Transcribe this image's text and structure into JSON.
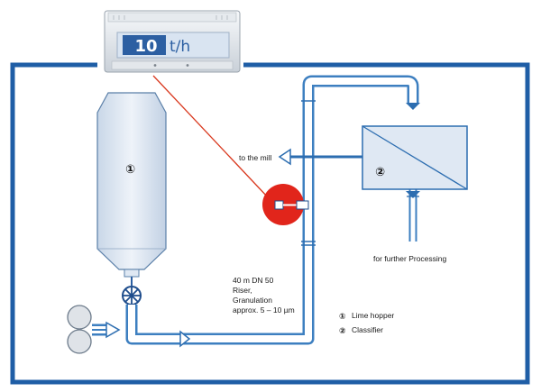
{
  "display": {
    "value": "10",
    "unit": "t/h"
  },
  "labels": {
    "hopper_marker": "①",
    "classifier_marker": "②",
    "to_mill": "to the mill",
    "further": "for further Processing",
    "riser_l1": "40 m DN 50",
    "riser_l2": "Riser,",
    "riser_l3": "Granulation",
    "riser_l4": "approx. 5 – 10 µm"
  },
  "legend": [
    {
      "marker": "①",
      "text": "Lime hopper"
    },
    {
      "marker": "②",
      "text": "Classifier"
    }
  ],
  "colors": {
    "frame": "#1f5ea6",
    "pipe_fill": "#ffffff",
    "pipe_edge": "#3d7fc0",
    "vessel": "#dfe8f3",
    "sensor": "#e1251b",
    "signal": "#d9391f",
    "display_blue": "#2c5fa2"
  }
}
